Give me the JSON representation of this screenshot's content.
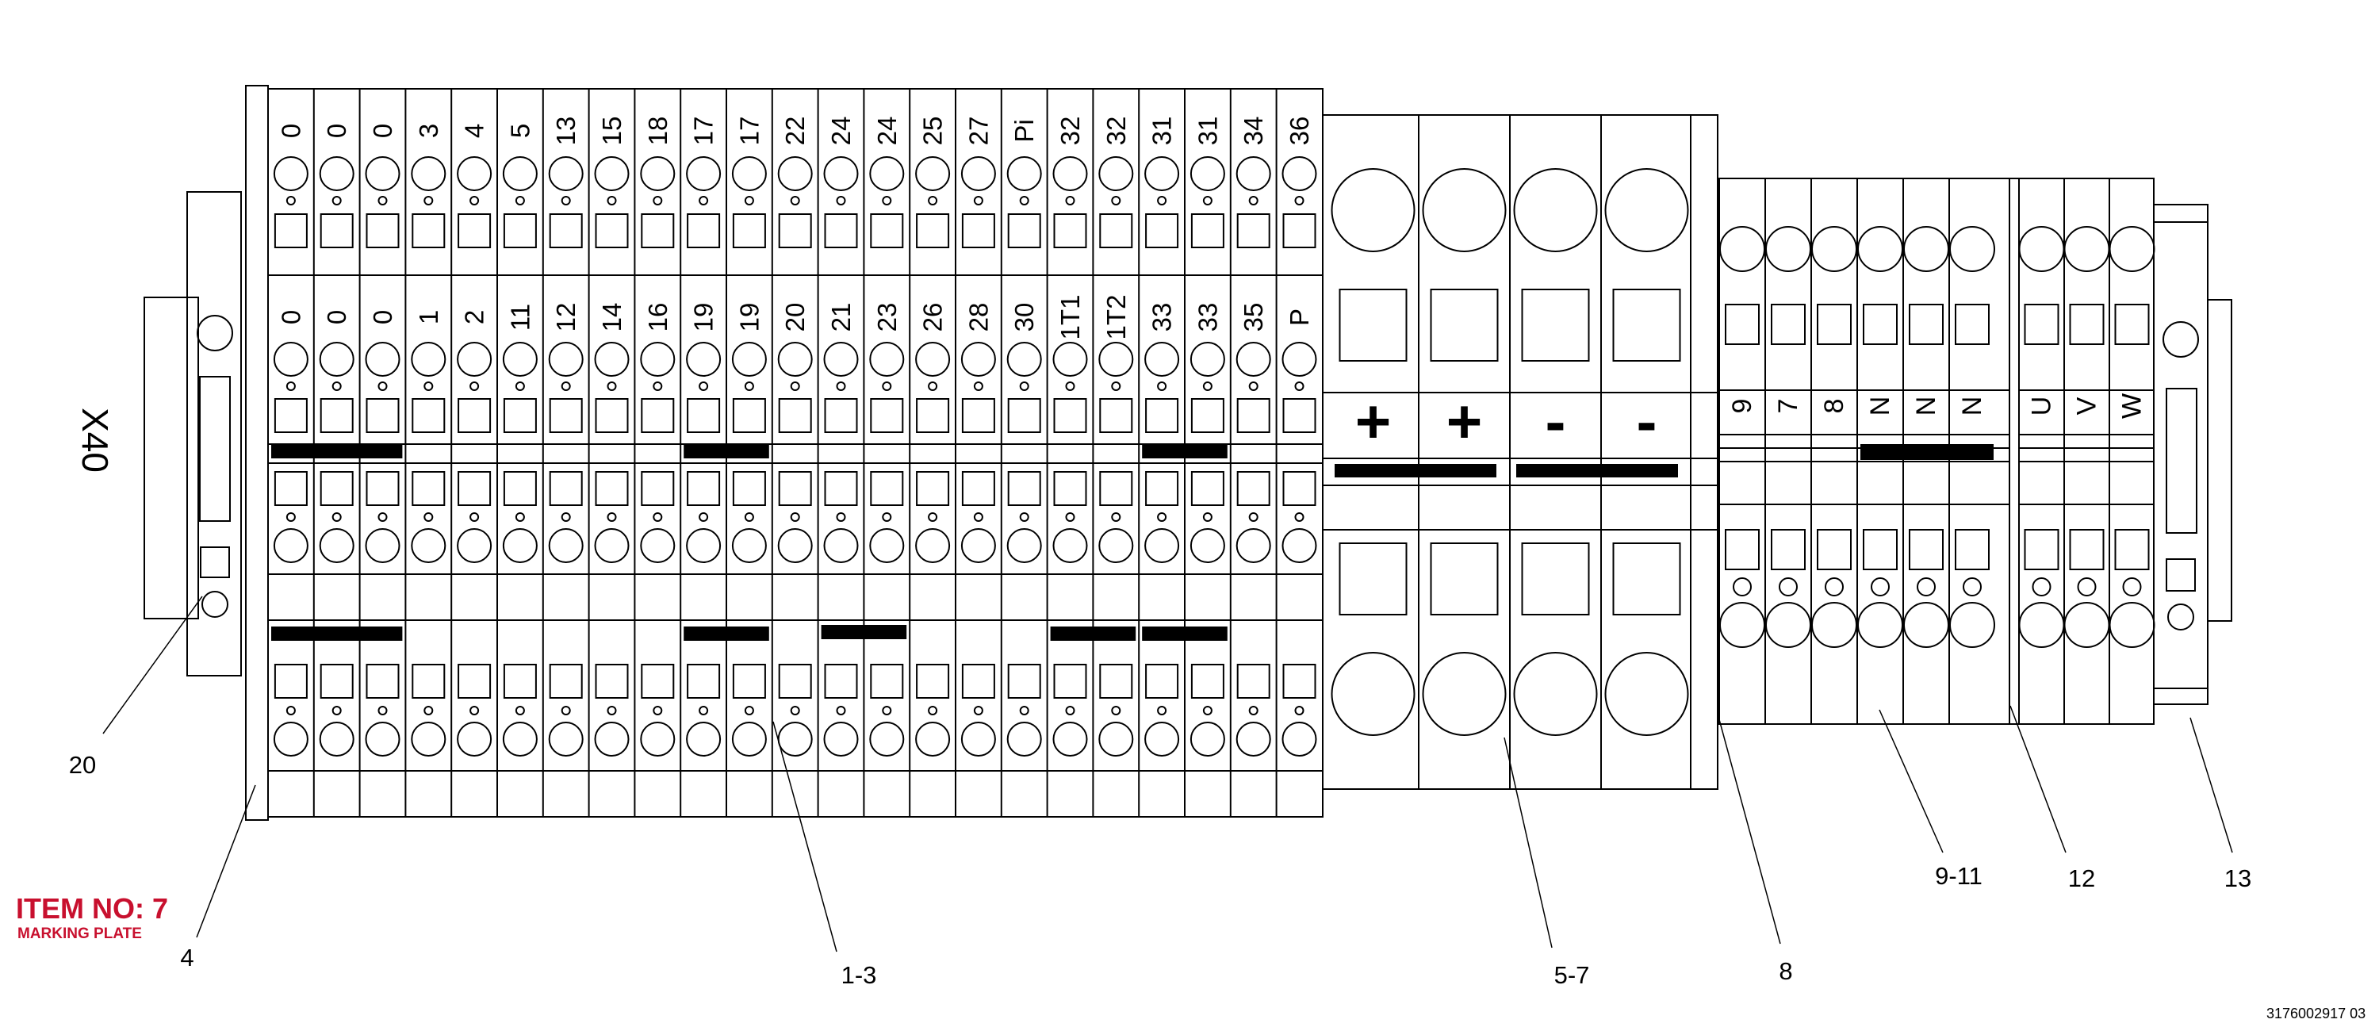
{
  "strip_label": "X40",
  "top_row_labels": [
    "0",
    "0",
    "0",
    "3",
    "4",
    "5",
    "13",
    "15",
    "18",
    "17",
    "17",
    "22",
    "24",
    "24",
    "25",
    "27",
    "Pi",
    "32",
    "32",
    "31",
    "31",
    "34",
    "36"
  ],
  "mid_row_labels": [
    "0",
    "0",
    "0",
    "1",
    "2",
    "11",
    "12",
    "14",
    "16",
    "19",
    "19",
    "20",
    "21",
    "23",
    "26",
    "28",
    "30",
    "1T1",
    "1T2",
    "33",
    "33",
    "35",
    "P"
  ],
  "power_labels": [
    "+",
    "+",
    "-",
    "-"
  ],
  "right_block_labels": [
    "9",
    "7",
    "8",
    "N",
    "N",
    "N"
  ],
  "phase_labels": [
    "U",
    "V",
    "W"
  ],
  "callouts": [
    "20",
    "4",
    "1-3",
    "5-7",
    "8",
    "9-11",
    "12",
    "13"
  ],
  "item_title": "ITEM NO: 7",
  "item_subtitle": "MARKING PLATE",
  "doc_number": "3176002917 03",
  "colors": {
    "line": "#000000",
    "fill": "#ffffff",
    "accent": "#c8102e"
  }
}
